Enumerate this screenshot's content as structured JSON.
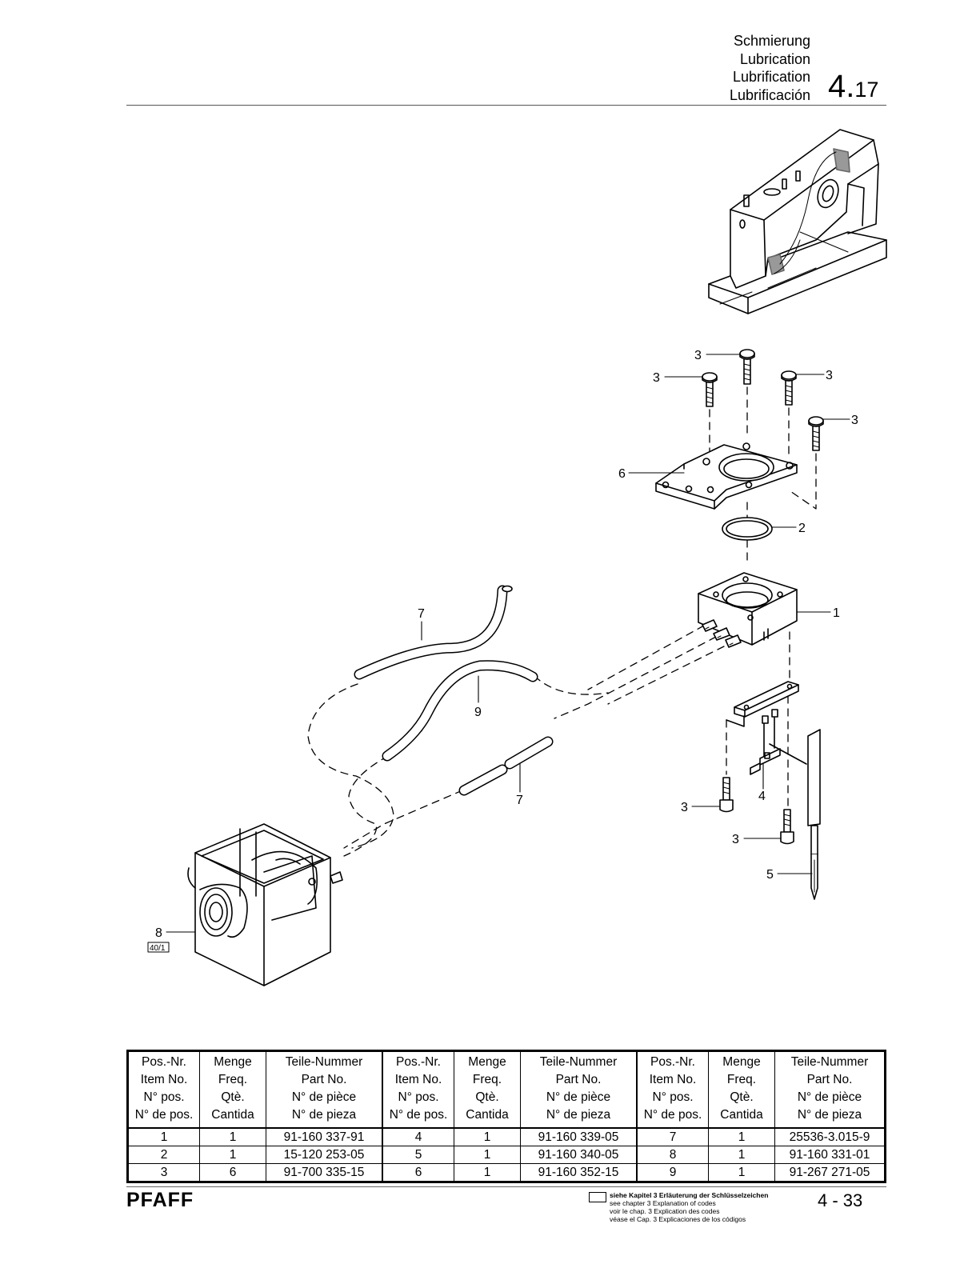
{
  "header": {
    "titles": [
      "Schmierung",
      "Lubrication",
      "Lubrification",
      "Lubrificación"
    ],
    "section_main": "4.",
    "section_sub": "17"
  },
  "diagram": {
    "callouts": [
      "1",
      "2",
      "3",
      "3",
      "3",
      "3",
      "3",
      "3",
      "4",
      "5",
      "6",
      "7",
      "7",
      "8",
      "9"
    ],
    "code_box": "40/1"
  },
  "parts_table": {
    "headers": [
      [
        "Pos.-Nr.",
        "Item No.",
        "N° pos.",
        "N° de pos."
      ],
      [
        "Menge",
        "Freq.",
        "Qtè.",
        "Cantida"
      ],
      [
        "Teile-Nummer",
        "Part No.",
        "N° de pièce",
        "N° de pieza"
      ],
      [
        "Pos.-Nr.",
        "Item No.",
        "N° pos.",
        "N° de pos."
      ],
      [
        "Menge",
        "Freq.",
        "Qtè.",
        "Cantida"
      ],
      [
        "Teile-Nummer",
        "Part No.",
        "N° de pièce",
        "N° de pieza"
      ],
      [
        "Pos.-Nr.",
        "Item No.",
        "N° pos.",
        "N° de pos."
      ],
      [
        "Menge",
        "Freq.",
        "Qtè.",
        "Cantida"
      ],
      [
        "Teile-Nummer",
        "Part No.",
        "N° de pièce",
        "N° de pieza"
      ]
    ],
    "rows": [
      [
        "1",
        "1",
        "91-160 337-91",
        "4",
        "1",
        "91-160 339-05",
        "7",
        "1",
        "25536-3.015-9"
      ],
      [
        "2",
        "1",
        "15-120 253-05",
        "5",
        "1",
        "91-160 340-05",
        "8",
        "1",
        "91-160 331-01"
      ],
      [
        "3",
        "6",
        "91-700 335-15",
        "6",
        "1",
        "91-160 352-15",
        "9",
        "1",
        "91-267 271-05"
      ]
    ]
  },
  "footer": {
    "brand": "PFAFF",
    "notes": [
      "siehe Kapitel 3 Erläuterung der Schlüsselzeichen",
      "see chapter 3 Explanation of codes",
      "voir le chap. 3 Explication des codes",
      "véase el Cap. 3 Explicaciones de los códigos"
    ],
    "page": "4 - 33"
  }
}
